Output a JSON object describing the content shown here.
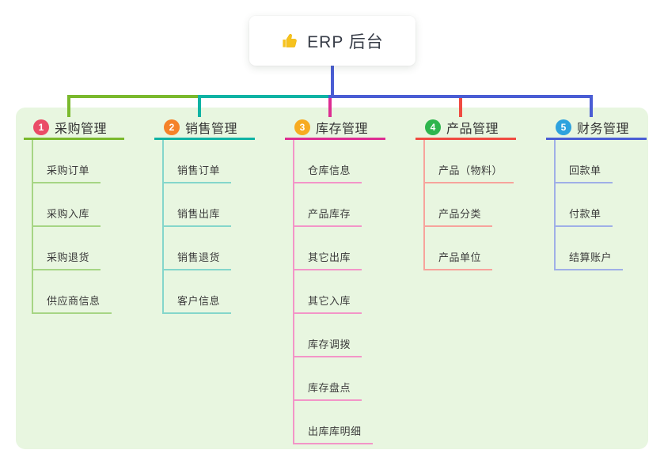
{
  "root": {
    "label": "ERP 后台",
    "icon": "thumbs-up",
    "icon_color": "#f6c21e"
  },
  "panel_background": "#e8f6e0",
  "connector": {
    "root_color": "#4a5dd4"
  },
  "branches": [
    {
      "index": "1",
      "label": "采购管理",
      "badge_color": "#ea4b66",
      "line_color": "#7ab92d",
      "child_line_color": "#a6d584",
      "children": [
        "采购订单",
        "采购入库",
        "采购退货",
        "供应商信息"
      ]
    },
    {
      "index": "2",
      "label": "销售管理",
      "badge_color": "#f58229",
      "line_color": "#0fb3a4",
      "child_line_color": "#84d6cb",
      "children": [
        "销售订单",
        "销售出库",
        "销售退货",
        "客户信息"
      ]
    },
    {
      "index": "3",
      "label": "库存管理",
      "badge_color": "#f7ab21",
      "line_color": "#dd2d92",
      "child_line_color": "#f395c8",
      "children": [
        "仓库信息",
        "产品库存",
        "其它出库",
        "其它入库",
        "库存调拨",
        "库存盘点",
        "出库库明细"
      ]
    },
    {
      "index": "4",
      "label": "产品管理",
      "badge_color": "#2eb54d",
      "line_color": "#f04b41",
      "child_line_color": "#f7a39c",
      "children": [
        "产品（物料）",
        "产品分类",
        "产品单位"
      ]
    },
    {
      "index": "5",
      "label": "财务管理",
      "badge_color": "#2ea2de",
      "line_color": "#4a5dd4",
      "child_line_color": "#9fafe7",
      "children": [
        "回款单",
        "付款单",
        "结算账户"
      ]
    }
  ]
}
